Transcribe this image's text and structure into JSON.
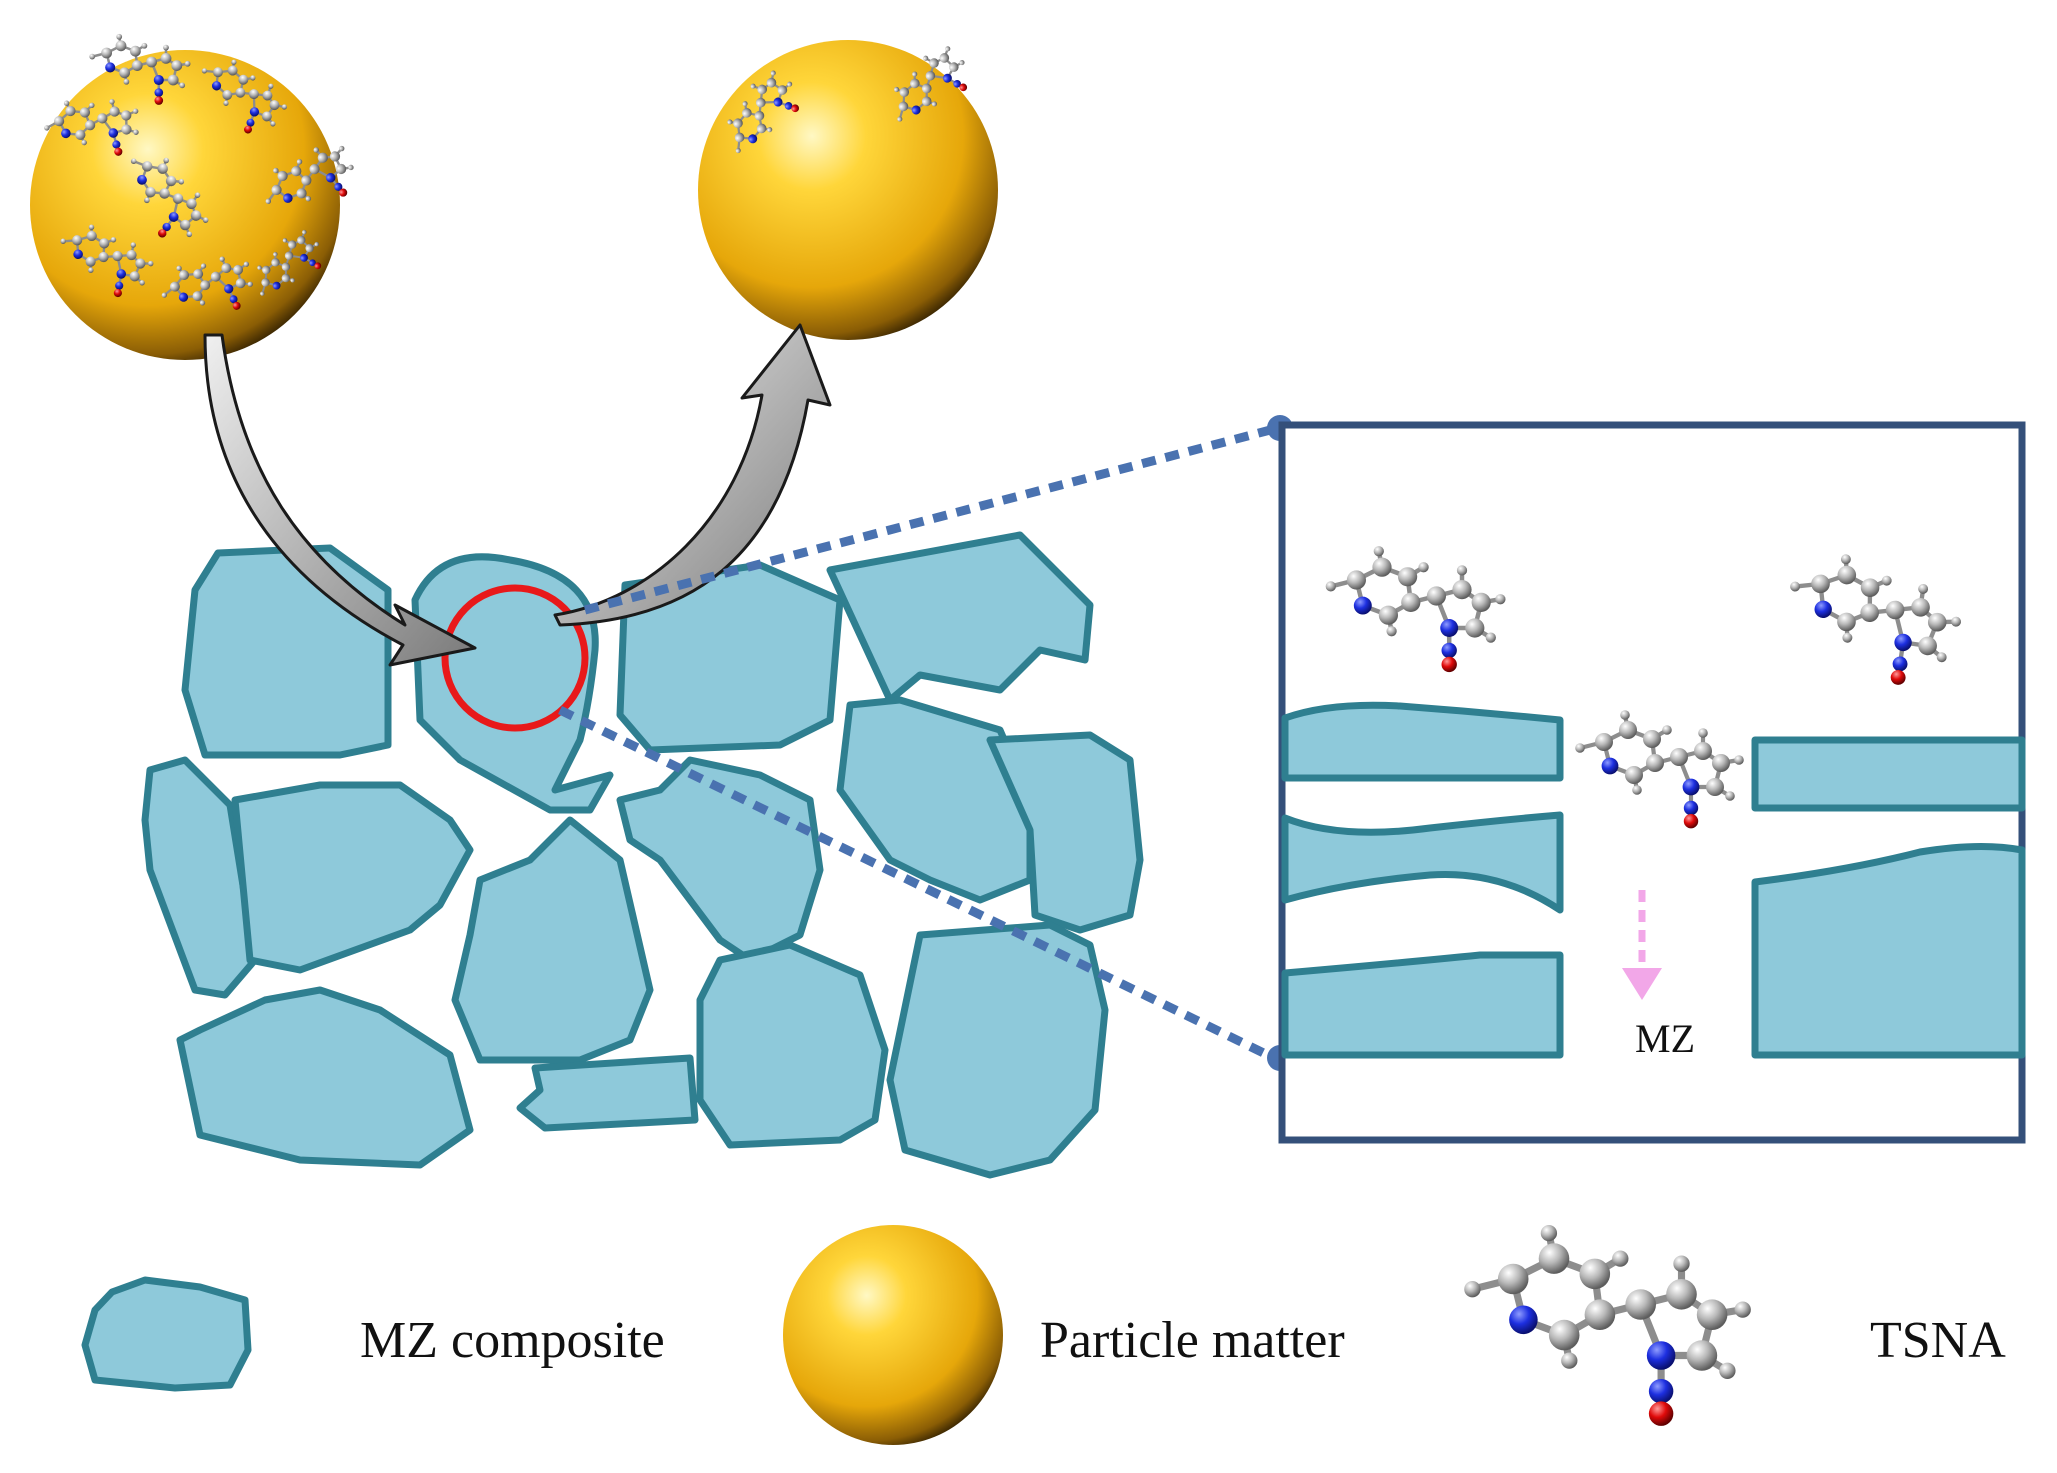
{
  "diagram": {
    "zoom_label": "MZ",
    "colors": {
      "grain_fill": "#8ec9da",
      "grain_stroke": "#2f7f90",
      "particle": "#f2b705",
      "dotted_line": "#4a72b0",
      "circle_highlight": "#e8191a",
      "diffusion_arrow": "#f2a7e8",
      "inset_border": "#34507a"
    }
  },
  "legend": {
    "items": [
      {
        "key": "mz",
        "label": "MZ composite",
        "icon": "grain-shape-icon"
      },
      {
        "key": "particle",
        "label": "Particle matter",
        "icon": "gold-sphere-icon"
      },
      {
        "key": "tsna",
        "label": "TSNA",
        "icon": "molecule-icon"
      }
    ]
  }
}
